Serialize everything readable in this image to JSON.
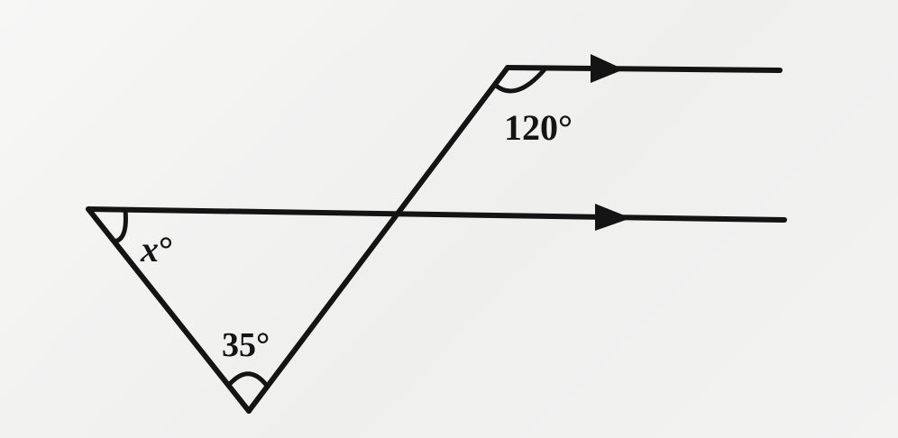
{
  "labels": {
    "top_angle": "120°",
    "left_angle_var": "x",
    "left_angle_deg": "°",
    "bottom_angle": "35°"
  },
  "colors": {
    "ink": "#141414",
    "paper": "#f4f4f3"
  }
}
